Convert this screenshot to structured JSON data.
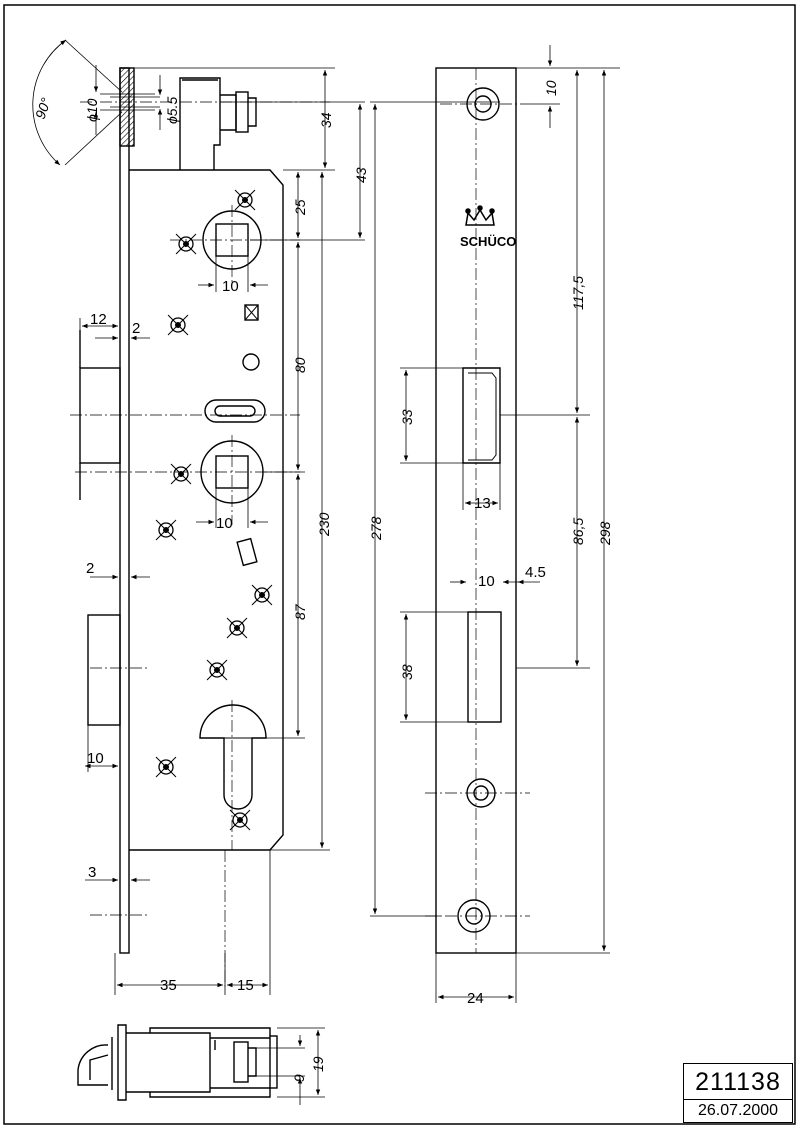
{
  "drawing": {
    "brand": "SCHÜCO",
    "angle": "90°",
    "diameters": {
      "outer": "ϕ10",
      "inner": "ϕ5.5"
    },
    "left_view": {
      "d34": "34",
      "d43": "43",
      "d25": "25",
      "d80": "80",
      "d230": "230",
      "d87": "87",
      "d10a": "10",
      "d10b": "10",
      "d12": "12",
      "d2a": "2",
      "d2b": "2",
      "d10c": "10",
      "d3": "3",
      "d35": "35",
      "d15": "15"
    },
    "right_view": {
      "d10": "10",
      "d1175": "117,5",
      "d865": "86,5",
      "d298": "298",
      "d278": "278",
      "d33": "33",
      "d13": "13",
      "d45": "4.5",
      "d38": "38",
      "d24": "24"
    },
    "bottom_view": {
      "d9": "9",
      "d19": "19"
    }
  },
  "title_block": {
    "number": "211138",
    "date": "26.07.2000"
  }
}
